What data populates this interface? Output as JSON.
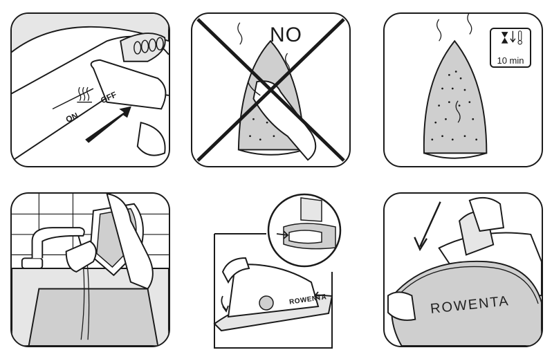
{
  "panels": {
    "switch_off": {
      "on_label": "ON",
      "off_label": "OFF",
      "steam_icon": "steam-icon"
    },
    "no_touch": {
      "no_label": "NO"
    },
    "cool_down": {
      "timer_label": "10 min",
      "icons": [
        "hourglass-icon",
        "down-arrow-icon",
        "thermometer-icon"
      ]
    },
    "fill_water": {
      "icons": [
        "faucet-icon",
        "water-stream-icon"
      ]
    },
    "reservoir": {
      "brand": "ROWENTA"
    },
    "storage": {
      "brand": "ROWENTA"
    }
  },
  "colors": {
    "line": "#1a1a1a",
    "fill_gray": "#cfcfcf",
    "light_gray": "#e6e6e6"
  }
}
